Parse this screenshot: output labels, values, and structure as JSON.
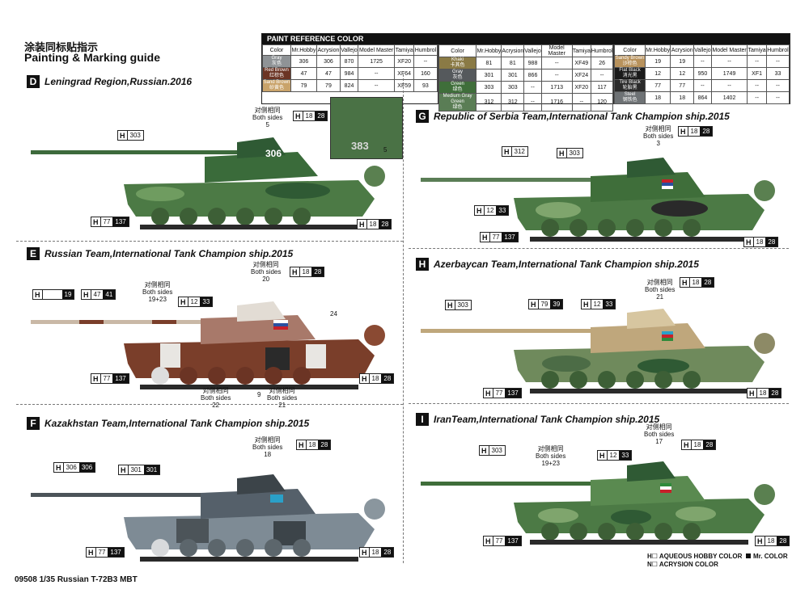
{
  "guide": {
    "title_cn": "涂装同标贴指示",
    "title_en": "Painting & Marking guide",
    "footer": "09508 1/35 Russian T-72B3 MBT"
  },
  "paint_table": {
    "title": "PAINT REFERENCE COLOR",
    "headers": [
      "Color",
      "Mr.Hobby",
      "Acrysion",
      "Vallejo",
      "Model Master",
      "Tamiya",
      "Humbrol"
    ],
    "groups": [
      [
        {
          "name": "Gray",
          "cn": "灰色",
          "color": "#8f9396",
          "hobby": "306",
          "acrysion": "306",
          "vallejo": "870",
          "mm": "1725",
          "tamiya": "XF20",
          "humbrol": "--"
        },
        {
          "name": "Red Brown",
          "cn": "红棕色",
          "color": "#6b3424",
          "hobby": "47",
          "acrysion": "47",
          "vallejo": "984",
          "mm": "--",
          "tamiya": "XF64",
          "humbrol": "160"
        },
        {
          "name": "Sand Brown",
          "cn": "砂黄色",
          "color": "#c9a36a",
          "hobby": "79",
          "acrysion": "79",
          "vallejo": "824",
          "mm": "--",
          "tamiya": "XF59",
          "humbrol": "93"
        }
      ],
      [
        {
          "name": "Khaki",
          "cn": "卡其色",
          "color": "#8a7a45",
          "hobby": "81",
          "acrysion": "81",
          "vallejo": "988",
          "mm": "--",
          "tamiya": "XF49",
          "humbrol": "26"
        },
        {
          "name": "Gray",
          "cn": "灰色",
          "color": "#55595c",
          "hobby": "301",
          "acrysion": "301",
          "vallejo": "866",
          "mm": "--",
          "tamiya": "XF24",
          "humbrol": "--"
        },
        {
          "name": "Green",
          "cn": "绿色",
          "color": "#3f6e3a",
          "hobby": "303",
          "acrysion": "303",
          "vallejo": "--",
          "mm": "1713",
          "tamiya": "XF20",
          "humbrol": "117"
        },
        {
          "name": "Medium Gray Green",
          "cn": "绿色",
          "color": "#5a7d55",
          "hobby": "312",
          "acrysion": "312",
          "vallejo": "--",
          "mm": "1716",
          "tamiya": "--",
          "humbrol": "120"
        }
      ],
      [
        {
          "name": "Sandy Brown",
          "cn": "沙棕色",
          "color": "#b8925c",
          "hobby": "19",
          "acrysion": "19",
          "vallejo": "--",
          "mm": "--",
          "tamiya": "--",
          "humbrol": "--"
        },
        {
          "name": "Flat Black",
          "cn": "消光黑",
          "color": "#1a1a1a",
          "hobby": "12",
          "acrysion": "12",
          "vallejo": "950",
          "mm": "1749",
          "tamiya": "XF1",
          "humbrol": "33"
        },
        {
          "name": "Tire Black",
          "cn": "轮胎黑",
          "color": "#2a2a2a",
          "hobby": "77",
          "acrysion": "77",
          "vallejo": "--",
          "mm": "--",
          "tamiya": "--",
          "humbrol": "--"
        },
        {
          "name": "Steel",
          "cn": "钢铁色",
          "color": "#6e7275",
          "hobby": "18",
          "acrysion": "18",
          "vallejo": "864",
          "mm": "1402",
          "tamiya": "--",
          "humbrol": "--"
        }
      ]
    ]
  },
  "sections": {
    "D": {
      "letter": "D",
      "title": "Leningrad Region,Russian.2016",
      "turret_no": "306",
      "detail_no": "383",
      "detail_ref": "5",
      "badges": {
        "b1": "303",
        "b2": "28",
        "b3": "137",
        "b4": "28"
      },
      "cal_cn": "对侧相同",
      "cal_en": "Both sides",
      "cal_no": "5"
    },
    "E": {
      "letter": "E",
      "title": "Russian Team,International Tank Champion ship.2015",
      "badges": {
        "b1": "19",
        "b2": "41",
        "b3": "33",
        "b4": "28",
        "b5": "137",
        "b6": "28"
      },
      "cal_cn": "对侧相同",
      "cal_en": "Both sides",
      "cal1": "19+23",
      "cal2": "20",
      "cal3": "24",
      "cal4": "22",
      "cal5": "9",
      "cal6": "21"
    },
    "F": {
      "letter": "F",
      "title": "Kazakhstan Team,International Tank Champion ship.2015",
      "badges": {
        "b1": "306",
        "b2": "301",
        "b3": "28",
        "b4": "137",
        "b5": "28"
      },
      "cal_cn": "对侧相同",
      "cal_en": "Both sides",
      "cal_no": "18"
    },
    "G": {
      "letter": "G",
      "title": "Republic of Serbia Team,International Tank Champion ship.2015",
      "badges": {
        "b1": "312",
        "b2": "303",
        "b3": "28",
        "b4": "33",
        "b5": "137",
        "b6": "28"
      },
      "cal_cn": "对侧相同",
      "cal_en": "Both sides",
      "cal_no": "3"
    },
    "H": {
      "letter": "H",
      "title": "Azerbaycan Team,International Tank Champion ship.2015",
      "badges": {
        "b1": "303",
        "b2": "39",
        "b3": "33",
        "b4": "28",
        "b5": "137",
        "b6": "28"
      },
      "cal_cn": "对侧相同",
      "cal_en": "Both sides",
      "cal_no": "21"
    },
    "I": {
      "letter": "I",
      "title": "IranTeam,International Tank Champion ship.2015",
      "badges": {
        "b1": "303",
        "b2": "33",
        "b3": "28",
        "b4": "28",
        "b5": "137"
      },
      "cal_cn": "对侧相同",
      "cal_en": "Both sides",
      "cal1": "19+23",
      "cal2": "17"
    }
  },
  "legend": {
    "hobby": "H☐ AQUEOUS HOBBY COLOR",
    "acrysion": "N☐ ACRYSION COLOR",
    "mr": "Mr. COLOR"
  },
  "palette": {
    "green_dark": "#2f5a34",
    "green_mid": "#4c7a45",
    "green_light": "#7fa56d",
    "brown": "#7a3e2a",
    "white": "#e8e6e2",
    "sand": "#bfa77c",
    "gray_blue": "#7e8b95",
    "gray_dark": "#4c5459",
    "black": "#1a1a1a"
  }
}
